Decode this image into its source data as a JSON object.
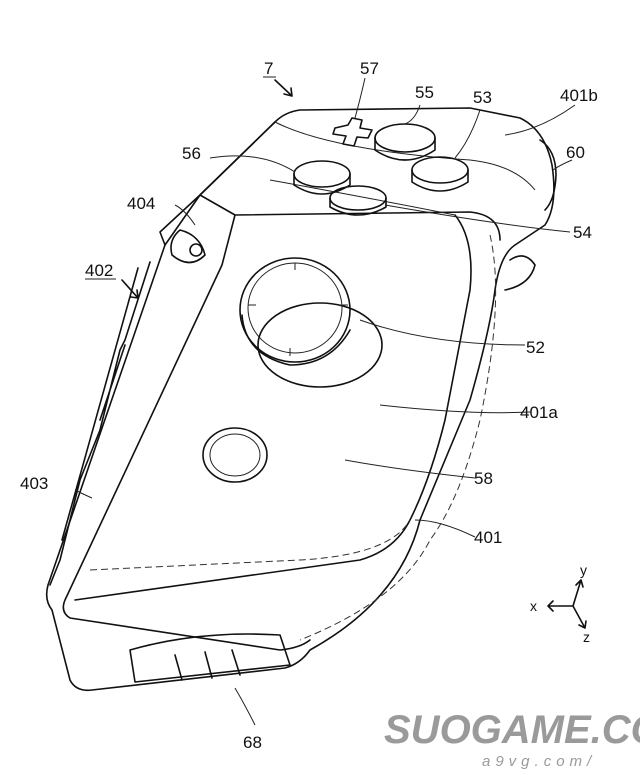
{
  "figure": {
    "reference_labels": {
      "device": "7",
      "l57": "57",
      "l55": "55",
      "l53": "53",
      "l401b": "401b",
      "l60": "60",
      "l56": "56",
      "l404": "404",
      "l54": "54",
      "l402": "402",
      "l52": "52",
      "l401a": "401a",
      "l58": "58",
      "l403": "403",
      "l401": "401",
      "l68": "68"
    },
    "axes": {
      "x": "x",
      "y": "y",
      "z": "z"
    }
  },
  "watermark": {
    "main": "SUOGAME.COM",
    "sub": "a9vg.com/"
  }
}
